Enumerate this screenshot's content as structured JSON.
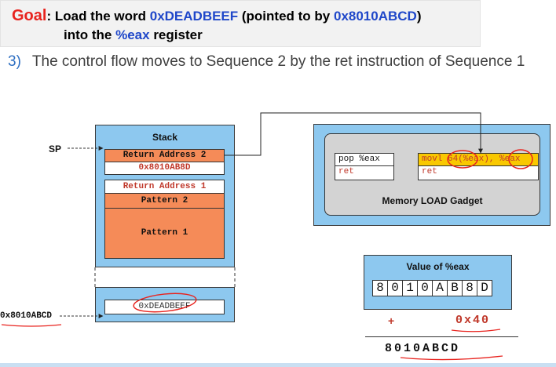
{
  "goal": {
    "label": "Goal",
    "colon": ": ",
    "line1_prefix": "Load the word ",
    "word": "0xDEADBEEF",
    "line1_middle": " (pointed to by ",
    "pointer": "0x8010ABCD",
    "line1_suffix": ")",
    "line2_prefix": "into the ",
    "register": "%eax",
    "line2_suffix": " register"
  },
  "step": {
    "number": "3)",
    "text": "The control flow moves to Sequence 2 by the ret instruction of Sequence 1"
  },
  "stack": {
    "title": "Stack",
    "sp_label": "SP",
    "cells": [
      {
        "text": "Return Address 2",
        "style": "orange"
      },
      {
        "text": "0x8010AB8D",
        "style": "white"
      },
      {
        "text": "Return Address 1",
        "style": "white"
      },
      {
        "text": "Pattern 2",
        "style": "orange"
      },
      {
        "text": "Pattern 1",
        "style": "orange"
      }
    ],
    "lower_cell": "0xDEADBEEF",
    "address_label": "0x8010ABCD"
  },
  "gadget": {
    "seq1": [
      "pop %eax",
      "ret"
    ],
    "seq2": [
      "movl 64(%eax), %eax",
      "ret"
    ],
    "label": "Memory LOAD Gadget",
    "colors": {
      "highlight": "#f9c800",
      "instr_red": "#c0392b"
    }
  },
  "eax": {
    "title": "Value of %eax",
    "digits": [
      "8",
      "0",
      "1",
      "0",
      "A",
      "B",
      "8",
      "D"
    ],
    "plus": "+",
    "offset": "0x40",
    "result": "8010ABCD"
  },
  "colors": {
    "panel_blue": "#8dc8ef",
    "orange": "#f58b58",
    "annot_red": "#e8231e"
  }
}
